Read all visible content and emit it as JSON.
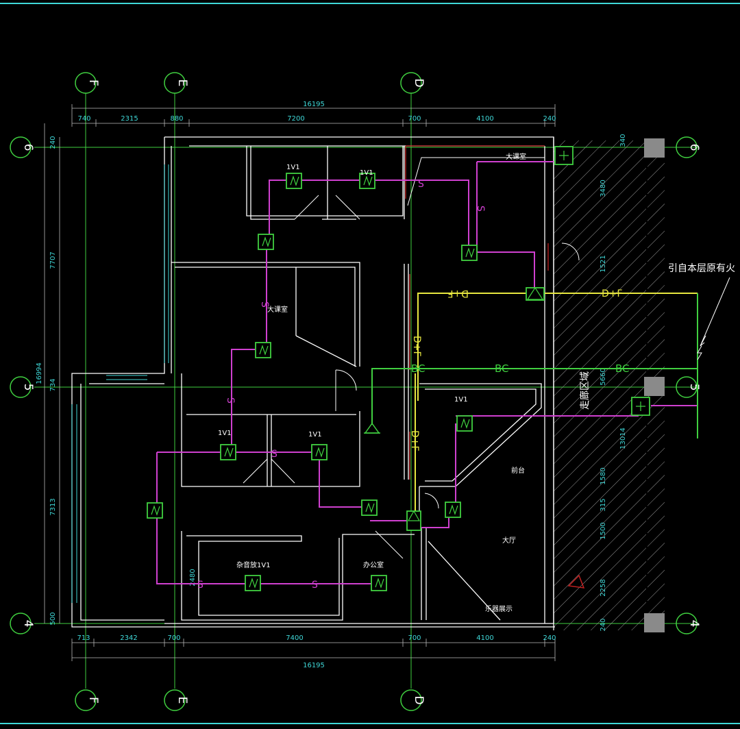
{
  "axes": {
    "top": [
      "F",
      "E",
      "D"
    ],
    "bottom": [
      "F",
      "E",
      "D"
    ],
    "left": [
      "6",
      "5",
      "4"
    ],
    "right": [
      "6",
      "5",
      "4"
    ]
  },
  "dims": {
    "top_total": "16195",
    "top": [
      "740",
      "2315",
      "880",
      "7200",
      "700",
      "4100",
      "240"
    ],
    "bottom_total": "16195",
    "bottom": [
      "713",
      "2342",
      "700",
      "7400",
      "700",
      "4100",
      "240"
    ],
    "left_outer": [
      "7707",
      "16994",
      "7313"
    ],
    "left_inner": [
      "240",
      "734",
      "500"
    ],
    "left_side_extra": "2480",
    "right_inner": [
      "340",
      "3480",
      "1521",
      "5660",
      "13014",
      "1580",
      "315",
      "1500",
      "2258",
      "240"
    ]
  },
  "rooms": {
    "big_meeting_top": "大课室",
    "big_meeting_mid": "大课室",
    "vip_1v1": "杂音放1V1",
    "office": "办公室",
    "reception": "前台",
    "hall": "大厅",
    "display": "乐器展示",
    "label_1v1_a": "1V1",
    "label_1v1_b": "1V1",
    "label_1v1_c": "1V1",
    "label_1v1_d": "1V1",
    "label_1v1_e": "1V1"
  },
  "wires": {
    "s": "S",
    "bc": "BC",
    "df": "D+F"
  },
  "corridor_label": "走廊区域",
  "note": "引自本层原有火",
  "colors": {
    "cyan": "#3fd8d8",
    "magenta": "#d040d0",
    "green": "#40d040",
    "yellow": "#e8e840",
    "wall": "#ffffff",
    "red": "#c02020"
  }
}
